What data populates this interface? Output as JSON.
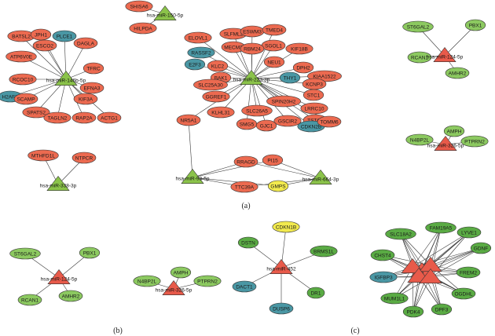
{
  "colors": {
    "red_gene": "#ec6a50",
    "teal_gene": "#4a97a4",
    "green_gene": "#5aab44",
    "light_green_gene": "#8cc960",
    "yellow_gene": "#f2ea4e",
    "mirna_green": "#8bc34a",
    "mirna_red": "#e85a4a",
    "node_stroke": "#333333"
  },
  "panel_labels": {
    "a": "(a)",
    "b": "(b)",
    "c": "(c)"
  },
  "networks": [
    {
      "id": "net-mir-146b",
      "mirna": {
        "label": "hsa-miR-146b-5p",
        "shape": "triangle",
        "color": "mirna_green"
      },
      "genes": [
        {
          "label": "BATSL2",
          "color": "red_gene"
        },
        {
          "label": "JPH1",
          "color": "red_gene"
        },
        {
          "label": "PLCE1",
          "color": "teal_gene"
        },
        {
          "label": "DAGLA",
          "color": "red_gene"
        },
        {
          "label": "ESCO2",
          "color": "red_gene"
        },
        {
          "label": "ATP6V0E",
          "color": "red_gene"
        },
        {
          "label": "RCOC10",
          "color": "red_gene"
        },
        {
          "label": "TFRC",
          "color": "red_gene"
        },
        {
          "label": "H2AFX",
          "color": "teal_gene"
        },
        {
          "label": "SCAMP",
          "color": "red_gene"
        },
        {
          "label": "EFNA3",
          "color": "red_gene"
        },
        {
          "label": "KIF3A",
          "color": "red_gene"
        },
        {
          "label": "SPATS2",
          "color": "red_gene"
        },
        {
          "label": "TAGLN2",
          "color": "red_gene"
        },
        {
          "label": "RAP2A",
          "color": "red_gene"
        },
        {
          "label": "ACTG1",
          "color": "red_gene"
        }
      ]
    },
    {
      "id": "net-mir-150",
      "mirna": {
        "label": "hsa-miR-150-5p",
        "shape": "triangle",
        "color": "mirna_green"
      },
      "genes": [
        {
          "label": "SHISA6",
          "color": "red_gene"
        },
        {
          "label": "HILPDA",
          "color": "red_gene"
        }
      ]
    },
    {
      "id": "net-mir-338",
      "mirna": {
        "label": "hsa-miR-338-3p",
        "shape": "triangle",
        "color": "mirna_green"
      },
      "genes": [
        {
          "label": "MTHFD1L",
          "color": "red_gene"
        },
        {
          "label": "NTPCR",
          "color": "red_gene"
        }
      ]
    },
    {
      "id": "net-mir-223",
      "mirna": {
        "label": "hsa-miR-223-3p",
        "shape": "triangle",
        "color": "mirna_green"
      },
      "genes": [
        {
          "label": "ELOVL1",
          "color": "red_gene"
        },
        {
          "label": "SLFML2",
          "color": "red_gene"
        },
        {
          "label": "ESWM3",
          "color": "red_gene"
        },
        {
          "label": "TMED4",
          "color": "red_gene"
        },
        {
          "label": "SGOL1",
          "color": "red_gene"
        },
        {
          "label": "KIF18B",
          "color": "red_gene"
        },
        {
          "label": "MECM3",
          "color": "red_gene"
        },
        {
          "label": "RBM24",
          "color": "red_gene"
        },
        {
          "label": "NEU1",
          "color": "red_gene"
        },
        {
          "label": "KLC2",
          "color": "red_gene"
        },
        {
          "label": "RASSF2",
          "color": "teal_gene"
        },
        {
          "label": "BAK1",
          "color": "red_gene"
        },
        {
          "label": "DPH2",
          "color": "red_gene"
        },
        {
          "label": "KIAA1522",
          "color": "red_gene"
        },
        {
          "label": "THY1",
          "color": "teal_gene"
        },
        {
          "label": "E2F3",
          "color": "teal_gene"
        },
        {
          "label": "SLC25A30",
          "color": "red_gene"
        },
        {
          "label": "KCNP3",
          "color": "red_gene"
        },
        {
          "label": "STC1",
          "color": "red_gene"
        },
        {
          "label": "GGREF1",
          "color": "red_gene"
        },
        {
          "label": "LRRC10",
          "color": "red_gene"
        },
        {
          "label": "TSTA3",
          "color": "red_gene"
        },
        {
          "label": "CDKN2B",
          "color": "teal_gene"
        },
        {
          "label": "TOMM6",
          "color": "red_gene"
        },
        {
          "label": "NR5A1",
          "color": "red_gene"
        },
        {
          "label": "KLHL31",
          "color": "red_gene"
        },
        {
          "label": "SLC26A5",
          "color": "red_gene"
        },
        {
          "label": "SPIN20H2",
          "color": "red_gene"
        },
        {
          "label": "GSCIR2",
          "color": "red_gene"
        },
        {
          "label": "SMG5",
          "color": "red_gene"
        },
        {
          "label": "GJC1",
          "color": "red_gene"
        }
      ]
    },
    {
      "id": "net-mir-93",
      "mirna": {
        "label": "hsa-miR-93-5p",
        "shape": "triangle",
        "color": "mirna_green"
      },
      "genes": [
        {
          "label": "RRAGD",
          "color": "red_gene"
        },
        {
          "label": "PI15",
          "color": "red_gene"
        },
        {
          "label": "TTC39A",
          "color": "red_gene"
        },
        {
          "label": "GMPS",
          "color": "yellow_gene"
        }
      ]
    },
    {
      "id": "net-mir-664",
      "mirna": {
        "label": "hsa-miR-664-3p",
        "shape": "triangle",
        "color": "mirna_green"
      },
      "genes": []
    },
    {
      "id": "net-a-mir-124",
      "mirna": {
        "label": "hsa-miR-124-5p",
        "shape": "triangle",
        "color": "mirna_red"
      },
      "genes": [
        {
          "label": "ST6GAL2",
          "color": "light_green_gene"
        },
        {
          "label": "PBX1",
          "color": "light_green_gene"
        },
        {
          "label": "RCAN1",
          "color": "light_green_gene"
        },
        {
          "label": "AMHR2",
          "color": "light_green_gene"
        }
      ]
    },
    {
      "id": "net-a-mir-326",
      "mirna": {
        "label": "hsa-miR-326-5p",
        "shape": "triangle",
        "color": "mirna_red"
      },
      "genes": [
        {
          "label": "N4BP2L",
          "color": "light_green_gene"
        },
        {
          "label": "AMPH",
          "color": "light_green_gene"
        },
        {
          "label": "PTPRN2",
          "color": "light_green_gene"
        }
      ]
    },
    {
      "id": "net-b-mir-124",
      "mirna": {
        "label": "hsa-miR-124-5p",
        "shape": "triangle",
        "color": "mirna_red"
      },
      "genes": [
        {
          "label": "ST6GAL2",
          "color": "light_green_gene"
        },
        {
          "label": "PBX1",
          "color": "light_green_gene"
        },
        {
          "label": "RCAN1",
          "color": "light_green_gene"
        },
        {
          "label": "AMHR2",
          "color": "light_green_gene"
        }
      ]
    },
    {
      "id": "net-b-mir-326",
      "mirna": {
        "label": "hsa-miR-326-5p",
        "shape": "triangle",
        "color": "mirna_red"
      },
      "genes": [
        {
          "label": "N4BP2L",
          "color": "light_green_gene"
        },
        {
          "label": "AMPH",
          "color": "light_green_gene"
        },
        {
          "label": "PTPRN2",
          "color": "light_green_gene"
        }
      ]
    },
    {
      "id": "net-c-mir-452",
      "mirna": {
        "label": "hsa-miR-452",
        "shape": "triangle",
        "color": "mirna_red"
      },
      "genes": [
        {
          "label": "CDKN1B",
          "color": "yellow_gene"
        },
        {
          "label": "DSTN",
          "color": "green_gene"
        },
        {
          "label": "BRMS1L",
          "color": "green_gene"
        },
        {
          "label": "DACT1",
          "color": "teal_gene"
        },
        {
          "label": "DR1",
          "color": "green_gene"
        },
        {
          "label": "DUSP6",
          "color": "teal_gene"
        }
      ]
    },
    {
      "id": "net-c-cluster",
      "mirna": {
        "label": "",
        "shape": "triangle",
        "color": "mirna_red"
      },
      "genes": [
        {
          "label": "FAM19A5",
          "color": "green_gene"
        },
        {
          "label": "SLC18A2",
          "color": "green_gene"
        },
        {
          "label": "LYVE1",
          "color": "green_gene"
        },
        {
          "label": "GDNF",
          "color": "green_gene"
        },
        {
          "label": "CHST4",
          "color": "green_gene"
        },
        {
          "label": "FREM2",
          "color": "green_gene"
        },
        {
          "label": "IGFBP3",
          "color": "teal_gene"
        },
        {
          "label": "OGDHL",
          "color": "green_gene"
        },
        {
          "label": "MUM1L1",
          "color": "green_gene"
        },
        {
          "label": "DPF3",
          "color": "green_gene"
        },
        {
          "label": "PDK4",
          "color": "green_gene"
        }
      ]
    }
  ]
}
